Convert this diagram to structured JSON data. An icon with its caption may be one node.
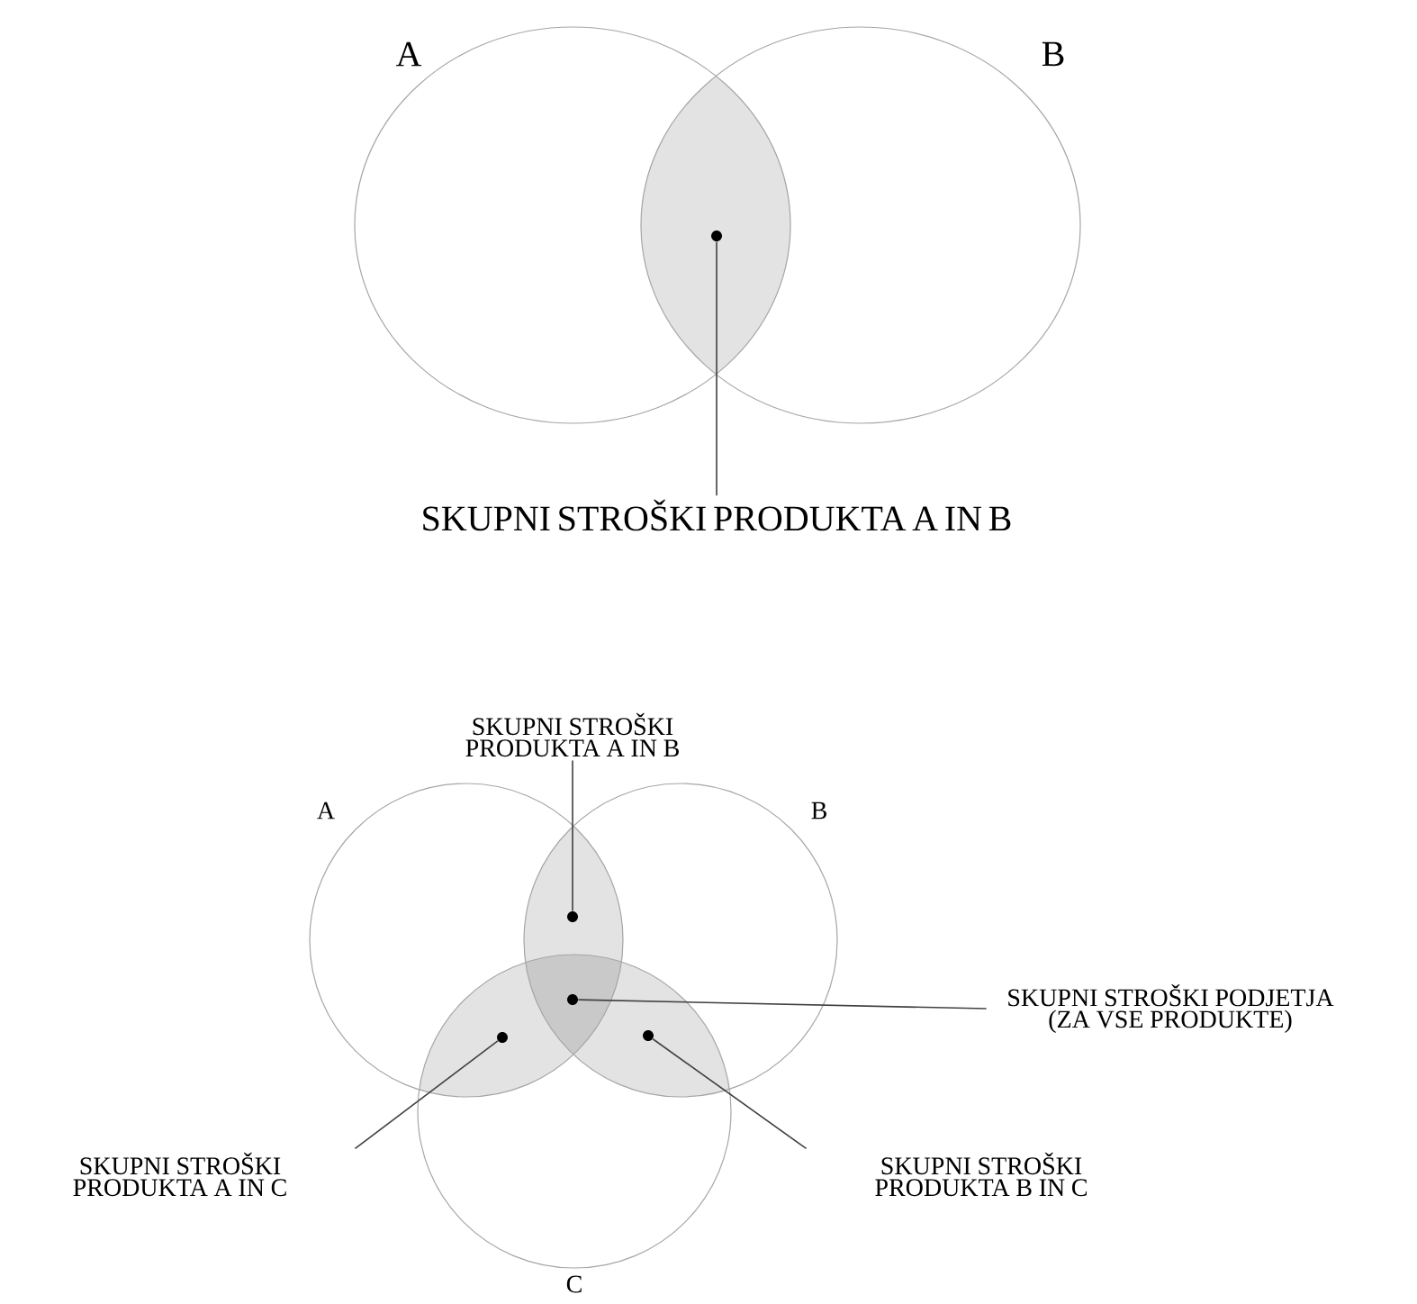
{
  "diagram": {
    "nodes": [
      {
        "text": [
          "A"
        ]
      },
      {
        "text": [
          "B"
        ]
      },
      {
        "text": [],
        "shape": "circle"
      },
      {
        "text": [
          "SKUPNI STROŠKI PRODUKTA A IN B"
        ]
      },
      {
        "text": [
          "A"
        ]
      },
      {
        "text": [
          "B"
        ]
      },
      {
        "text": [
          "C"
        ]
      },
      {
        "text": [],
        "shape": "circle"
      },
      {
        "text": [],
        "shape": "circle"
      },
      {
        "text": [],
        "shape": "circle"
      },
      {
        "text": [],
        "shape": "circle"
      },
      {
        "text": [
          "SKUPNI STROŠKI PRODUKTA A IN B"
        ]
      },
      {
        "text": [
          "SKUPNI STROŠKI PODJETJA (ZA VSE PRODUKTE)"
        ]
      },
      {
        "text": [
          "SKUPNI STROŠKI PRODUKTA A IN C"
        ]
      },
      {
        "text": [
          "SKUPNI STROŠKI PRODUKTA B IN C"
        ]
      }
    ],
    "edges": [
      {
        "from": 3,
        "to": 2,
        "arrow": "none"
      },
      {
        "from": 11,
        "to": 7,
        "arrow": "none"
      },
      {
        "from": 12,
        "to": 8,
        "arrow": "none"
      },
      {
        "from": 13,
        "to": 9,
        "arrow": "none"
      },
      {
        "from": 14,
        "to": 10,
        "arrow": "none"
      }
    ]
  }
}
